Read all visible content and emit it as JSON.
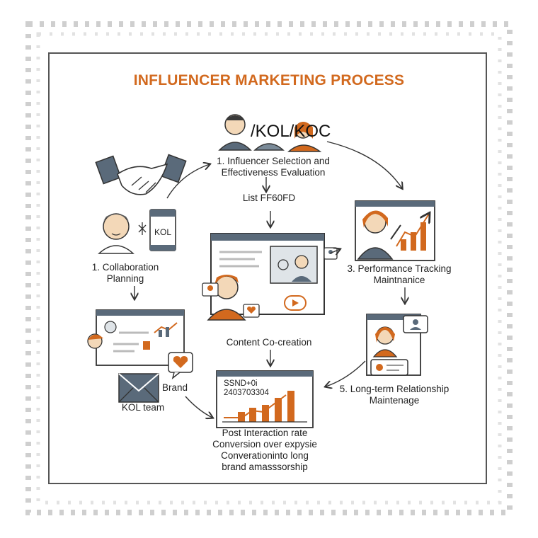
{
  "title": "INFLUENCER MARKETING PROCESS",
  "influencer_types": "/KOL/KOC",
  "colors": {
    "accent": "#d2691e",
    "ink": "#333333",
    "frame": "#555555",
    "icon_fill": "#5a6a7a"
  },
  "steps": {
    "selection": {
      "line1": "1. Influencer Selection and",
      "line2": "Effectiveness Evaluation"
    },
    "list": "List FF60FD",
    "collab": {
      "line1": "1. Collaboration",
      "line2": "Planning"
    },
    "performance": {
      "line1": "3. Performance Tracking",
      "line2": "Maintnanice"
    },
    "content": "Content Co-creation",
    "relationship": {
      "line1": "5. Long-term Relationship",
      "line2": "Maintenage"
    }
  },
  "kol_card": "KOL",
  "mail": {
    "brand": "Brand",
    "team": "KOL team"
  },
  "report": {
    "header1": "SSND+0i",
    "header2": "2403703304",
    "caption1": "Post Interaction rate",
    "caption2": "Conversion over expysie",
    "caption3": "Converationinto long",
    "caption4": "brand amasssorship"
  }
}
